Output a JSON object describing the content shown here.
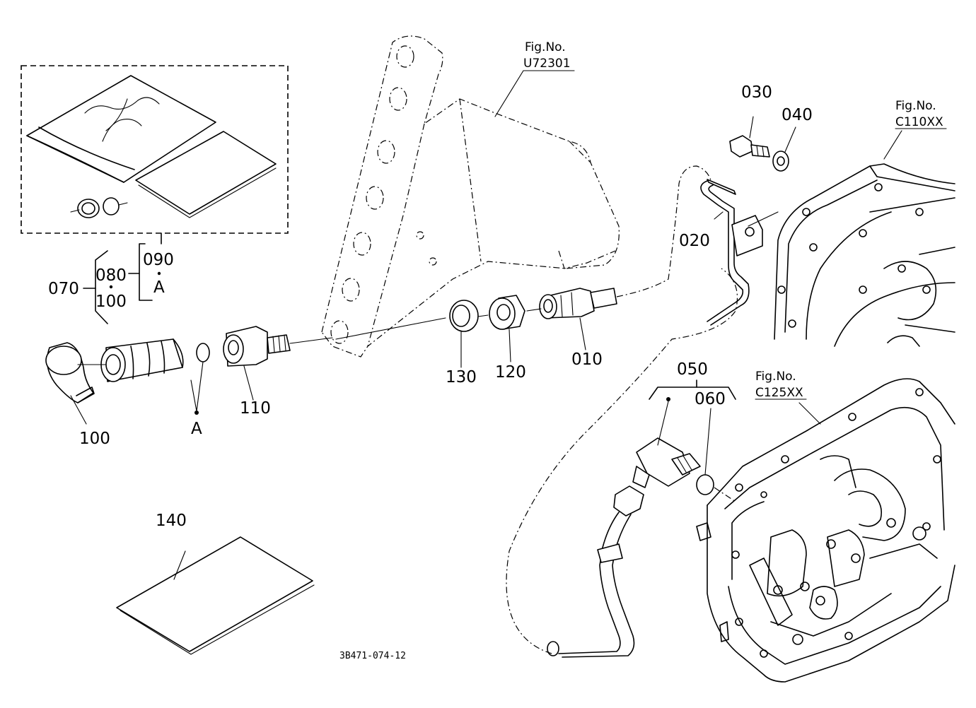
{
  "figure_code": "3B471-074-12",
  "references": {
    "u72301": {
      "prefix": "Fig.No.",
      "code": "U72301"
    },
    "c110xx": {
      "prefix": "Fig.No.",
      "code": "C110XX"
    },
    "c125xx": {
      "prefix": "Fig.No.",
      "code": "C125XX"
    }
  },
  "parts": {
    "p010": "010",
    "p020": "020",
    "p030": "030",
    "p040": "040",
    "p050": "050",
    "p060": "060",
    "p070": "070",
    "p080": "080",
    "p090": "090",
    "p100_group": "100",
    "p100": "100",
    "p110": "110",
    "p120": "120",
    "p130": "130",
    "p140": "140"
  },
  "markers": {
    "kit_ref": "A",
    "coupler_ref": "A"
  }
}
